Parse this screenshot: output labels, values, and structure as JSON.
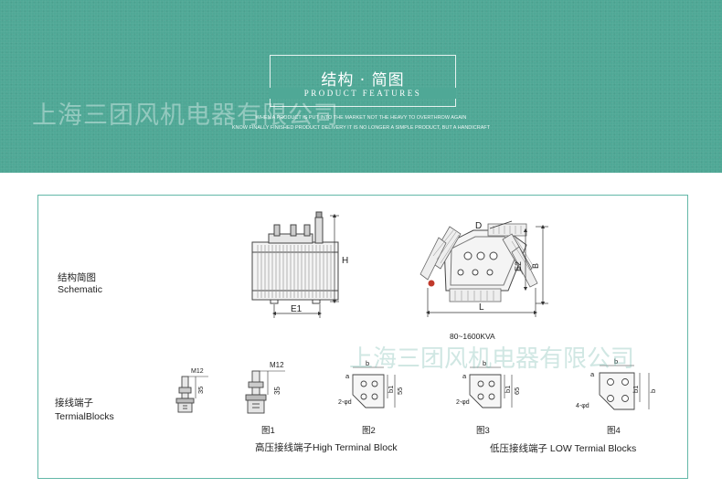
{
  "header": {
    "title_cn": "结构 · 简图",
    "title_en": "PRODUCT FEATURES",
    "line1": "WHEN A PRODUCT IS PUT INTO THE MARKET NOT THE HEAVY TO OVERTHROW AGAIN",
    "line2": "KNOW FINALLY FINISHED PRODUCT DELIVERY IT IS NO LONGER A SIMPLE PRODUCT, BUT A HANDICRAFT",
    "watermark": "上海三团风机电器有限公司"
  },
  "schematic": {
    "label_cn": "结构简图",
    "label_en": "Schematic",
    "front": {
      "h_label": "H",
      "e1_label": "E1"
    },
    "top": {
      "d_label": "D",
      "e2_label": "E2",
      "b_label": "B",
      "l_label": "L"
    },
    "range": "80~1600KVA"
  },
  "terminals": {
    "label_cn": "接线端子",
    "label_en": "TermialBlocks",
    "watermark": "上海三团风机电器有限公司",
    "fig1": {
      "caption": "图1",
      "m_label": "M12",
      "dim": "35"
    },
    "fig1b": {
      "m_label": "M12",
      "dim": "35"
    },
    "fig2": {
      "caption": "图2",
      "a": "a",
      "b": "b",
      "b1": "b1",
      "dim": "55",
      "hole": "2-φd"
    },
    "fig3": {
      "caption": "图3",
      "a": "a",
      "b": "b",
      "b1": "b1",
      "dim": "65",
      "hole": "2-φd"
    },
    "fig4": {
      "caption": "图4",
      "a": "a",
      "b": "b",
      "b1": "b1",
      "b_side": "b",
      "hole": "4-φd"
    },
    "high": "高压接线端子High Terminal Block",
    "low": "低压接线端子 LOW Termial Blocks"
  }
}
